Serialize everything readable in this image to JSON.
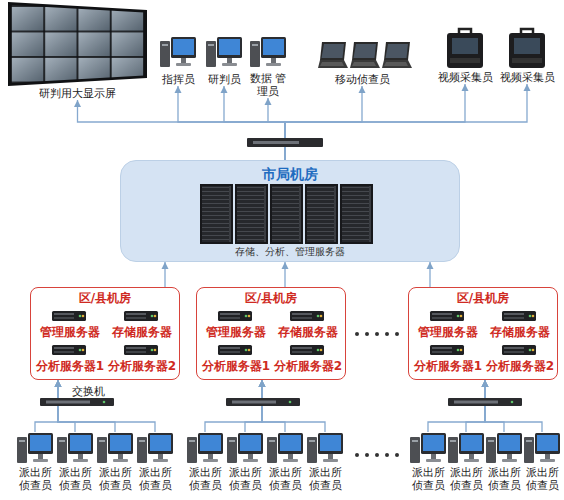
{
  "diagram": {
    "nodes": [
      {
        "text": [
          "研判用大显示屏"
        ]
      },
      {
        "text": [
          "指挥员"
        ]
      },
      {
        "text": [
          "研判员"
        ]
      },
      {
        "text": [
          "数据 管理员"
        ]
      },
      {
        "text": [
          "移动侦查员"
        ]
      },
      {
        "text": [
          "视频采集员"
        ]
      },
      {
        "text": [
          "视频采集员"
        ]
      },
      {
        "text": [
          "市局机房",
          "存储、分析、管理服务器"
        ]
      },
      {
        "text": [
          "区/县机房"
        ]
      },
      {
        "text": [
          "管理服务器"
        ],
        "in": 8
      },
      {
        "text": [
          "存储服务器"
        ],
        "in": 8
      },
      {
        "text": [
          "分析服务器1"
        ],
        "in": 8
      },
      {
        "text": [
          "分析服务器2"
        ],
        "in": 8
      },
      {
        "text": [
          "区/县机房"
        ]
      },
      {
        "text": [
          "管理服务器"
        ],
        "in": 13
      },
      {
        "text": [
          "存储服务器"
        ],
        "in": 13
      },
      {
        "text": [
          "分析服务器1"
        ],
        "in": 13
      },
      {
        "text": [
          "分析服务器2"
        ],
        "in": 13
      },
      {
        "text": [
          "区/县机房"
        ]
      },
      {
        "text": [
          "管理服务器"
        ],
        "in": 18
      },
      {
        "text": [
          "存储服务器"
        ],
        "in": 18
      },
      {
        "text": [
          "分析服务器1"
        ],
        "in": 18
      },
      {
        "text": [
          "分析服务器2"
        ],
        "in": 18
      },
      {
        "text": [
          "派出所 侦查员"
        ]
      },
      {
        "text": [
          "派出所 侦查员"
        ]
      },
      {
        "text": [
          "派出所 侦查员"
        ]
      },
      {
        "text": [
          "派出所 侦查员"
        ]
      },
      {
        "text": [
          "派出所 侦查员"
        ]
      },
      {
        "text": [
          "派出所 侦查员"
        ]
      },
      {
        "text": [
          "派出所 侦查员"
        ]
      },
      {
        "text": [
          "派出所 侦查员"
        ]
      },
      {
        "text": [
          "派出所 侦查员"
        ]
      },
      {
        "text": [
          "派出所 侦查员"
        ]
      },
      {
        "text": [
          "派出所 侦查员"
        ]
      },
      {
        "text": [
          "派出所 侦查员"
        ]
      }
    ],
    "edges": [
      {
        "from": 7,
        "to": 0,
        "arrow": "to"
      },
      {
        "from": 7,
        "to": 1,
        "arrow": "to"
      },
      {
        "from": 7,
        "to": 2,
        "arrow": "to"
      },
      {
        "from": 7,
        "to": 3,
        "arrow": "to"
      },
      {
        "from": 7,
        "to": 4,
        "arrow": "to"
      },
      {
        "from": 7,
        "to": 5,
        "arrow": "to"
      },
      {
        "from": 7,
        "to": 6,
        "arrow": "to"
      },
      {
        "from": 8,
        "to": 7,
        "arrow": "to"
      },
      {
        "from": 13,
        "to": 7,
        "arrow": "to"
      },
      {
        "from": 18,
        "to": 7,
        "arrow": "to"
      },
      {
        "from": 23,
        "to": 8,
        "arrow": "to"
      },
      {
        "from": 24,
        "to": 8,
        "arrow": "to"
      },
      {
        "from": 25,
        "to": 8,
        "arrow": "to"
      },
      {
        "from": 26,
        "to": 8,
        "arrow": "to"
      },
      {
        "from": 27,
        "to": 13,
        "arrow": "to"
      },
      {
        "from": 28,
        "to": 13,
        "arrow": "to"
      },
      {
        "from": 29,
        "to": 13,
        "arrow": "to"
      },
      {
        "from": 30,
        "to": 13,
        "arrow": "to"
      },
      {
        "from": 31,
        "to": 18,
        "arrow": "to"
      },
      {
        "from": 32,
        "to": 18,
        "arrow": "to"
      },
      {
        "from": 33,
        "to": 18,
        "arrow": "to"
      },
      {
        "from": 34,
        "to": 18,
        "arrow": "to"
      }
    ],
    "labels": [
      "交换机"
    ]
  }
}
